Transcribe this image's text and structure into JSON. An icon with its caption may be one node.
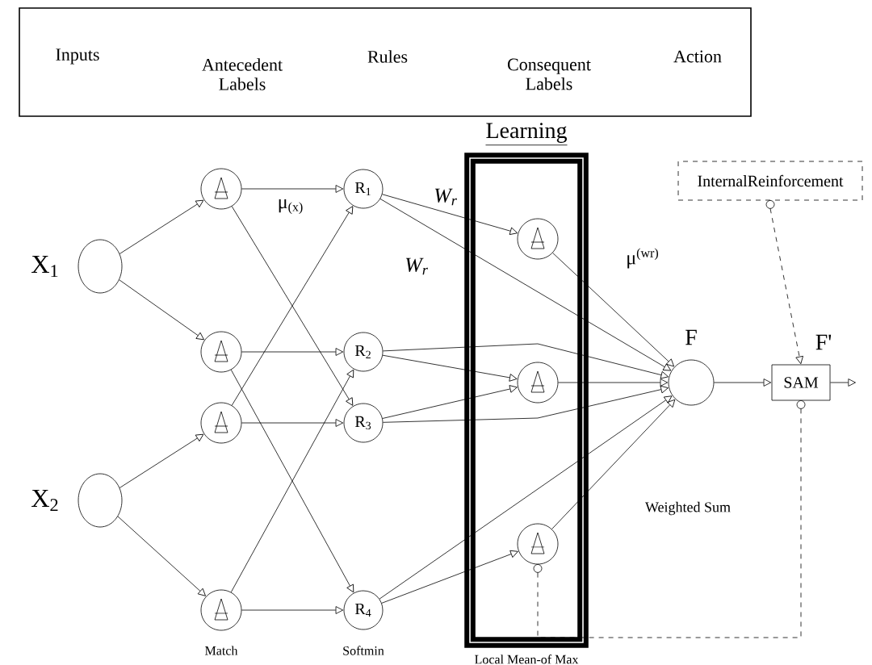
{
  "diagram": {
    "nodes": [
      {
        "text": [
          "Inputs",
          "Antecedent Labels",
          "Rules",
          "Consequent Labels",
          "Action"
        ]
      },
      {
        "text": [],
        "shape": "circle",
        "beside": [
          "X$_{1}$"
        ]
      },
      {
        "text": [],
        "shape": "circle",
        "beside": [
          "X$_{2}$"
        ]
      },
      {
        "text": [],
        "shape": "circle"
      },
      {
        "text": [],
        "shape": "circle"
      },
      {
        "text": [],
        "shape": "circle"
      },
      {
        "text": [],
        "shape": "circle"
      },
      {
        "text": [
          "R$_{1}$"
        ]
      },
      {
        "text": [
          "R$_{2}$"
        ]
      },
      {
        "text": [
          "R$_{3}$"
        ]
      },
      {
        "text": [
          "R$_{4}$"
        ]
      },
      {
        "text": [
          "Learning"
        ],
        "beside": [
          "Local Mean-of Max"
        ]
      },
      {
        "text": [],
        "shape": "circle",
        "in": 11
      },
      {
        "text": [],
        "shape": "circle",
        "in": 11
      },
      {
        "text": [],
        "shape": "circle",
        "in": 11
      },
      {
        "text": [],
        "shape": "circle",
        "beside": [
          "F"
        ]
      },
      {
        "text": [
          "SAM"
        ],
        "beside": [
          "F'"
        ]
      },
      {
        "text": [
          "InternalReinforcement"
        ]
      }
    ],
    "edges": [
      {
        "from": 1,
        "to": 3,
        "arrow": "to"
      },
      {
        "from": 1,
        "to": 4,
        "arrow": "to"
      },
      {
        "from": 2,
        "to": 5,
        "arrow": "to"
      },
      {
        "from": 2,
        "to": 6,
        "arrow": "to"
      },
      {
        "from": 3,
        "to": 7,
        "arrow": "to"
      },
      {
        "from": 3,
        "to": 9,
        "arrow": "to"
      },
      {
        "from": 4,
        "to": 8,
        "arrow": "to"
      },
      {
        "from": 4,
        "to": 10,
        "arrow": "to"
      },
      {
        "from": 5,
        "to": 9,
        "arrow": "to"
      },
      {
        "from": 5,
        "to": 7,
        "arrow": "to"
      },
      {
        "from": 6,
        "to": 10,
        "arrow": "to"
      },
      {
        "from": 6,
        "to": 8,
        "arrow": "to"
      },
      {
        "from": 7,
        "to": 12,
        "arrow": "to",
        "label": "W$_{r}$"
      },
      {
        "from": 7,
        "to": 15,
        "arrow": "to",
        "label": "W$_{r}$"
      },
      {
        "from": 8,
        "to": 13,
        "arrow": "to"
      },
      {
        "from": 8,
        "to": 15,
        "arrow": "to"
      },
      {
        "from": 9,
        "to": 13,
        "arrow": "to"
      },
      {
        "from": 9,
        "to": 15,
        "arrow": "to"
      },
      {
        "from": 10,
        "to": 14,
        "arrow": "to"
      },
      {
        "from": 10,
        "to": 15,
        "arrow": "to"
      },
      {
        "from": 12,
        "to": 15,
        "arrow": "to"
      },
      {
        "from": 13,
        "to": 15,
        "arrow": "to"
      },
      {
        "from": 14,
        "to": 15,
        "arrow": "to"
      },
      {
        "from": 15,
        "to": 16,
        "arrow": "to"
      },
      {
        "from": 16,
        "to": null,
        "arrow": "to"
      },
      {
        "from": 17,
        "to": 16,
        "arrow": "to",
        "style": "dashed"
      },
      {
        "from": 16,
        "to": 14,
        "arrow": "none",
        "style": "dashed"
      }
    ],
    "labels": [
      "μ$_{(x)}$",
      "μ$^{(wr)}$",
      "Weighted Sum",
      "Match",
      "Softmin"
    ]
  }
}
